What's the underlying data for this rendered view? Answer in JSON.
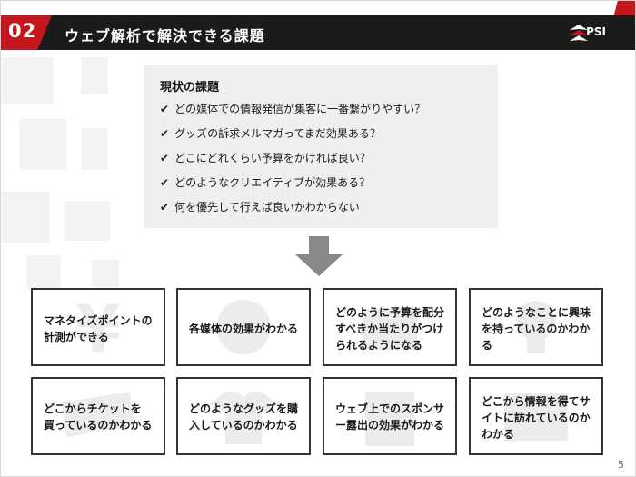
{
  "header": {
    "section_number": "02",
    "title": "ウェブ解析で解決できる課題",
    "logo_text": "PSI"
  },
  "issues": {
    "title": "現状の課題",
    "items": [
      "どの媒体での情報発信が集客に一番繋がりやすい？",
      "グッズの訴求メルマガってまだ効果ある？",
      "どこにどれくらい予算をかければ良い？",
      "どのようなクリエイティブが効果ある？",
      "何を優先して行えば良いかわからない"
    ]
  },
  "cards": [
    {
      "lines": [
        "マネタイズポイントの",
        "計測ができる"
      ],
      "icon": "yen-icon"
    },
    {
      "lines": [
        "各媒体の効果がわかる"
      ],
      "icon": "media-icon"
    },
    {
      "lines": [
        "どのように予算を配分",
        "すべきか当たりがつけ",
        "られるようになる"
      ],
      "icon": "budget-icon"
    },
    {
      "lines": [
        "どのようなことに興味",
        "を持っているのかわか",
        "る"
      ],
      "icon": "lightbulb-icon"
    },
    {
      "lines": [
        "どこからチケットを",
        "買っているのかわかる"
      ],
      "icon": "ticket-icon"
    },
    {
      "lines": [
        "どのようなグッズを購",
        "入しているのかわかる"
      ],
      "icon": "tshirt-icon"
    },
    {
      "lines": [
        "ウェブ上でのスポンサ",
        "ー露出の効果がわかる"
      ],
      "icon": "building-icon"
    },
    {
      "lines": [
        "どこから情報を得てサ",
        "イトに訪れているのか",
        "わかる"
      ],
      "icon": "browser-icon"
    }
  ],
  "page_number": "5"
}
